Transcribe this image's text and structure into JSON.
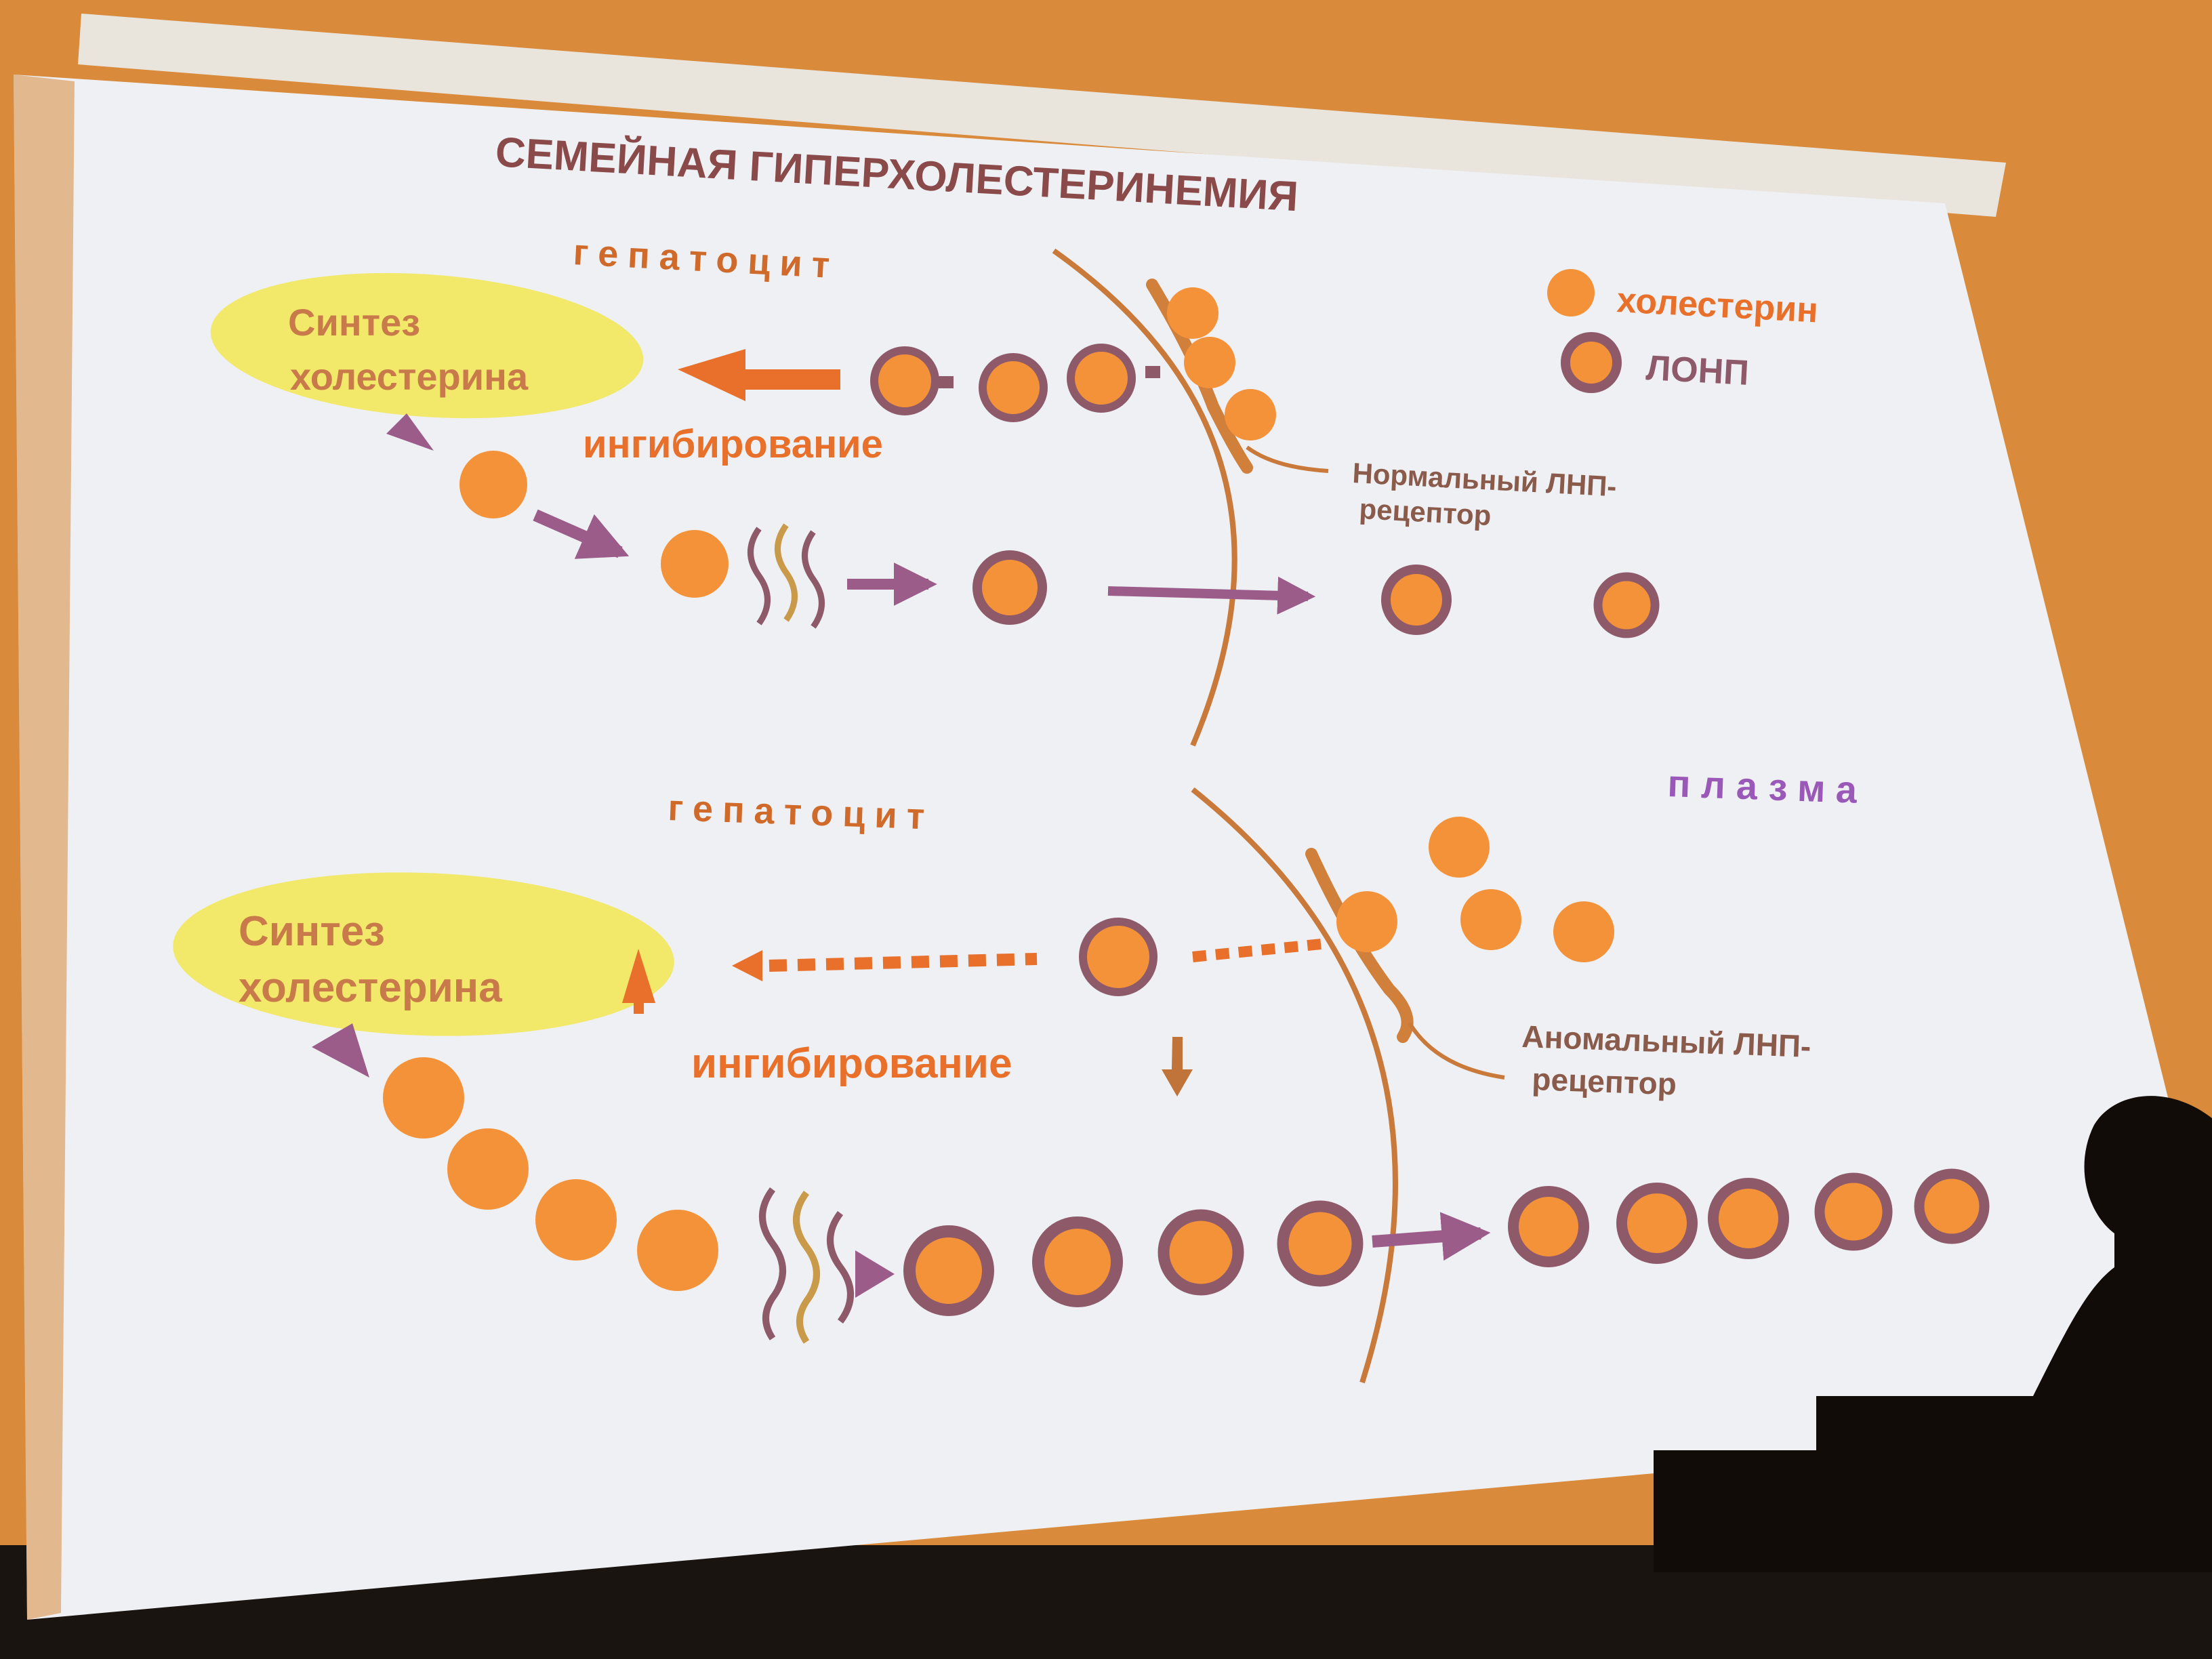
{
  "slide": {
    "title": "СЕМЕЙНАЯ ГИПЕРХОЛЕСТЕРИНЕМИЯ",
    "legend": {
      "cholesterol": "холестерин",
      "vldl": "ЛОНП"
    },
    "plasma_label": "плазма",
    "top": {
      "cell_label": "гепатоцит",
      "synthesis_line1": "Синтез",
      "synthesis_line2": "холестерина",
      "inhibition": "ингибирование",
      "receptor_line1": "Нормальный ЛНП-",
      "receptor_line2": "рецептор"
    },
    "bottom": {
      "cell_label": "гепатоцит",
      "synthesis_line1": "Синтез",
      "synthesis_line2": "холестерина",
      "inhibition": "ингибирование",
      "receptor_line1": "Аномальный ЛНП-",
      "receptor_line2": "рецептор"
    }
  },
  "colors": {
    "room_wall": "#d98a3a",
    "screen": "#eef0f4",
    "cholesterol": "#f4923a",
    "vldl_ring": "#8e5a6a",
    "arrow_orange": "#e8702a",
    "arrow_purple": "#9c5c8a",
    "membrane": "#c97a3a",
    "title_text": "#8a4a4a",
    "label_text": "#d06a2a",
    "plasma_text": "#9a58b8",
    "synthesis_bubble": "#f2e86a"
  }
}
